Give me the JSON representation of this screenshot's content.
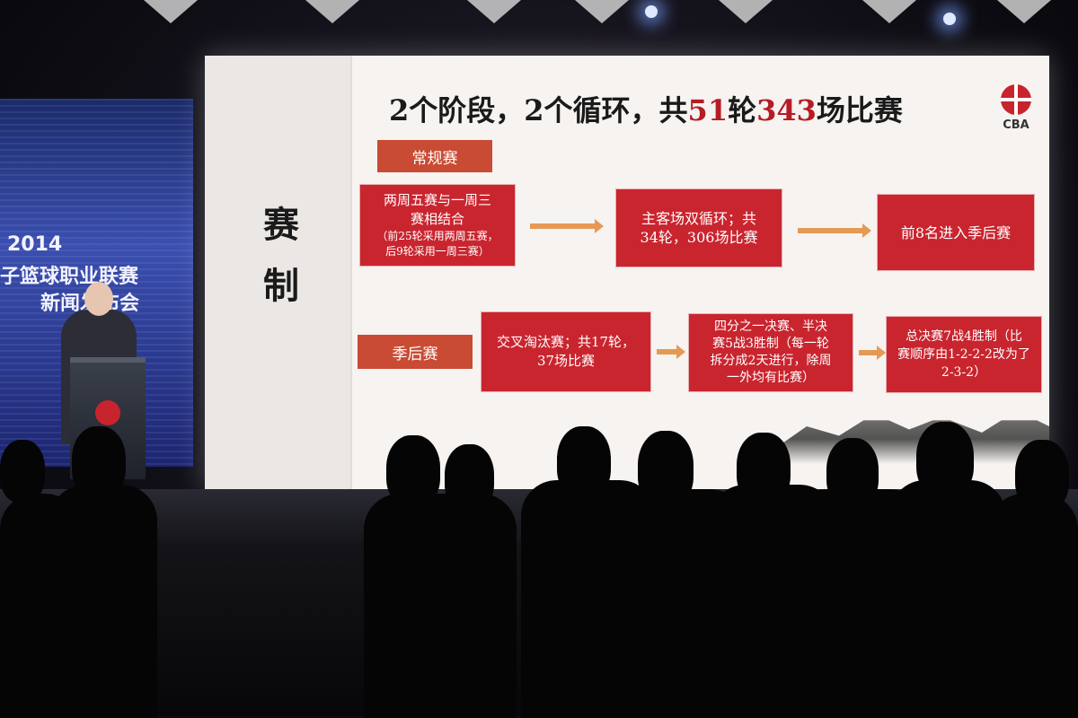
{
  "background": {
    "side_screen": {
      "year": "2014",
      "line1": "子篮球职业联赛",
      "line2": "新闻发布会"
    }
  },
  "slide": {
    "title_prefix": "2个阶段，2个循环，共",
    "title_num1": "51",
    "title_mid": "轮",
    "title_num2": "343",
    "title_suffix": "场比赛",
    "vertical_label_1": "赛",
    "vertical_label_2": "制",
    "logo_text": "CBA",
    "regular_season": {
      "tag": "常规赛",
      "box1_line1": "两周五赛与一周三",
      "box1_line2": "赛相结合",
      "box1_note1": "（前25轮采用两周五赛，",
      "box1_note2": "后9轮采用一周三赛）",
      "box2_line1": "主客场双循环；共",
      "box2_line2": "34轮，306场比赛",
      "box3": "前8名进入季后赛"
    },
    "playoffs": {
      "tag": "季后赛",
      "box1_line1": "交叉淘汰赛；共17轮，",
      "box1_line2": "37场比赛",
      "box2_line1": "四分之一决赛、半决",
      "box2_line2": "赛5战3胜制（每一轮",
      "box2_line3": "拆分成2天进行，除周",
      "box2_line4": "一外均有比赛）",
      "box3_line1": "总决赛7战4胜制（比",
      "box3_line2": "赛顺序由1-2-2-2改为了",
      "box3_line3": "2-3-2）"
    }
  },
  "colors": {
    "accent_red": "#c9252f",
    "tag_orange_red": "#c94b33",
    "arrow_orange": "#e49a55",
    "title_highlight": "#b51c24"
  }
}
